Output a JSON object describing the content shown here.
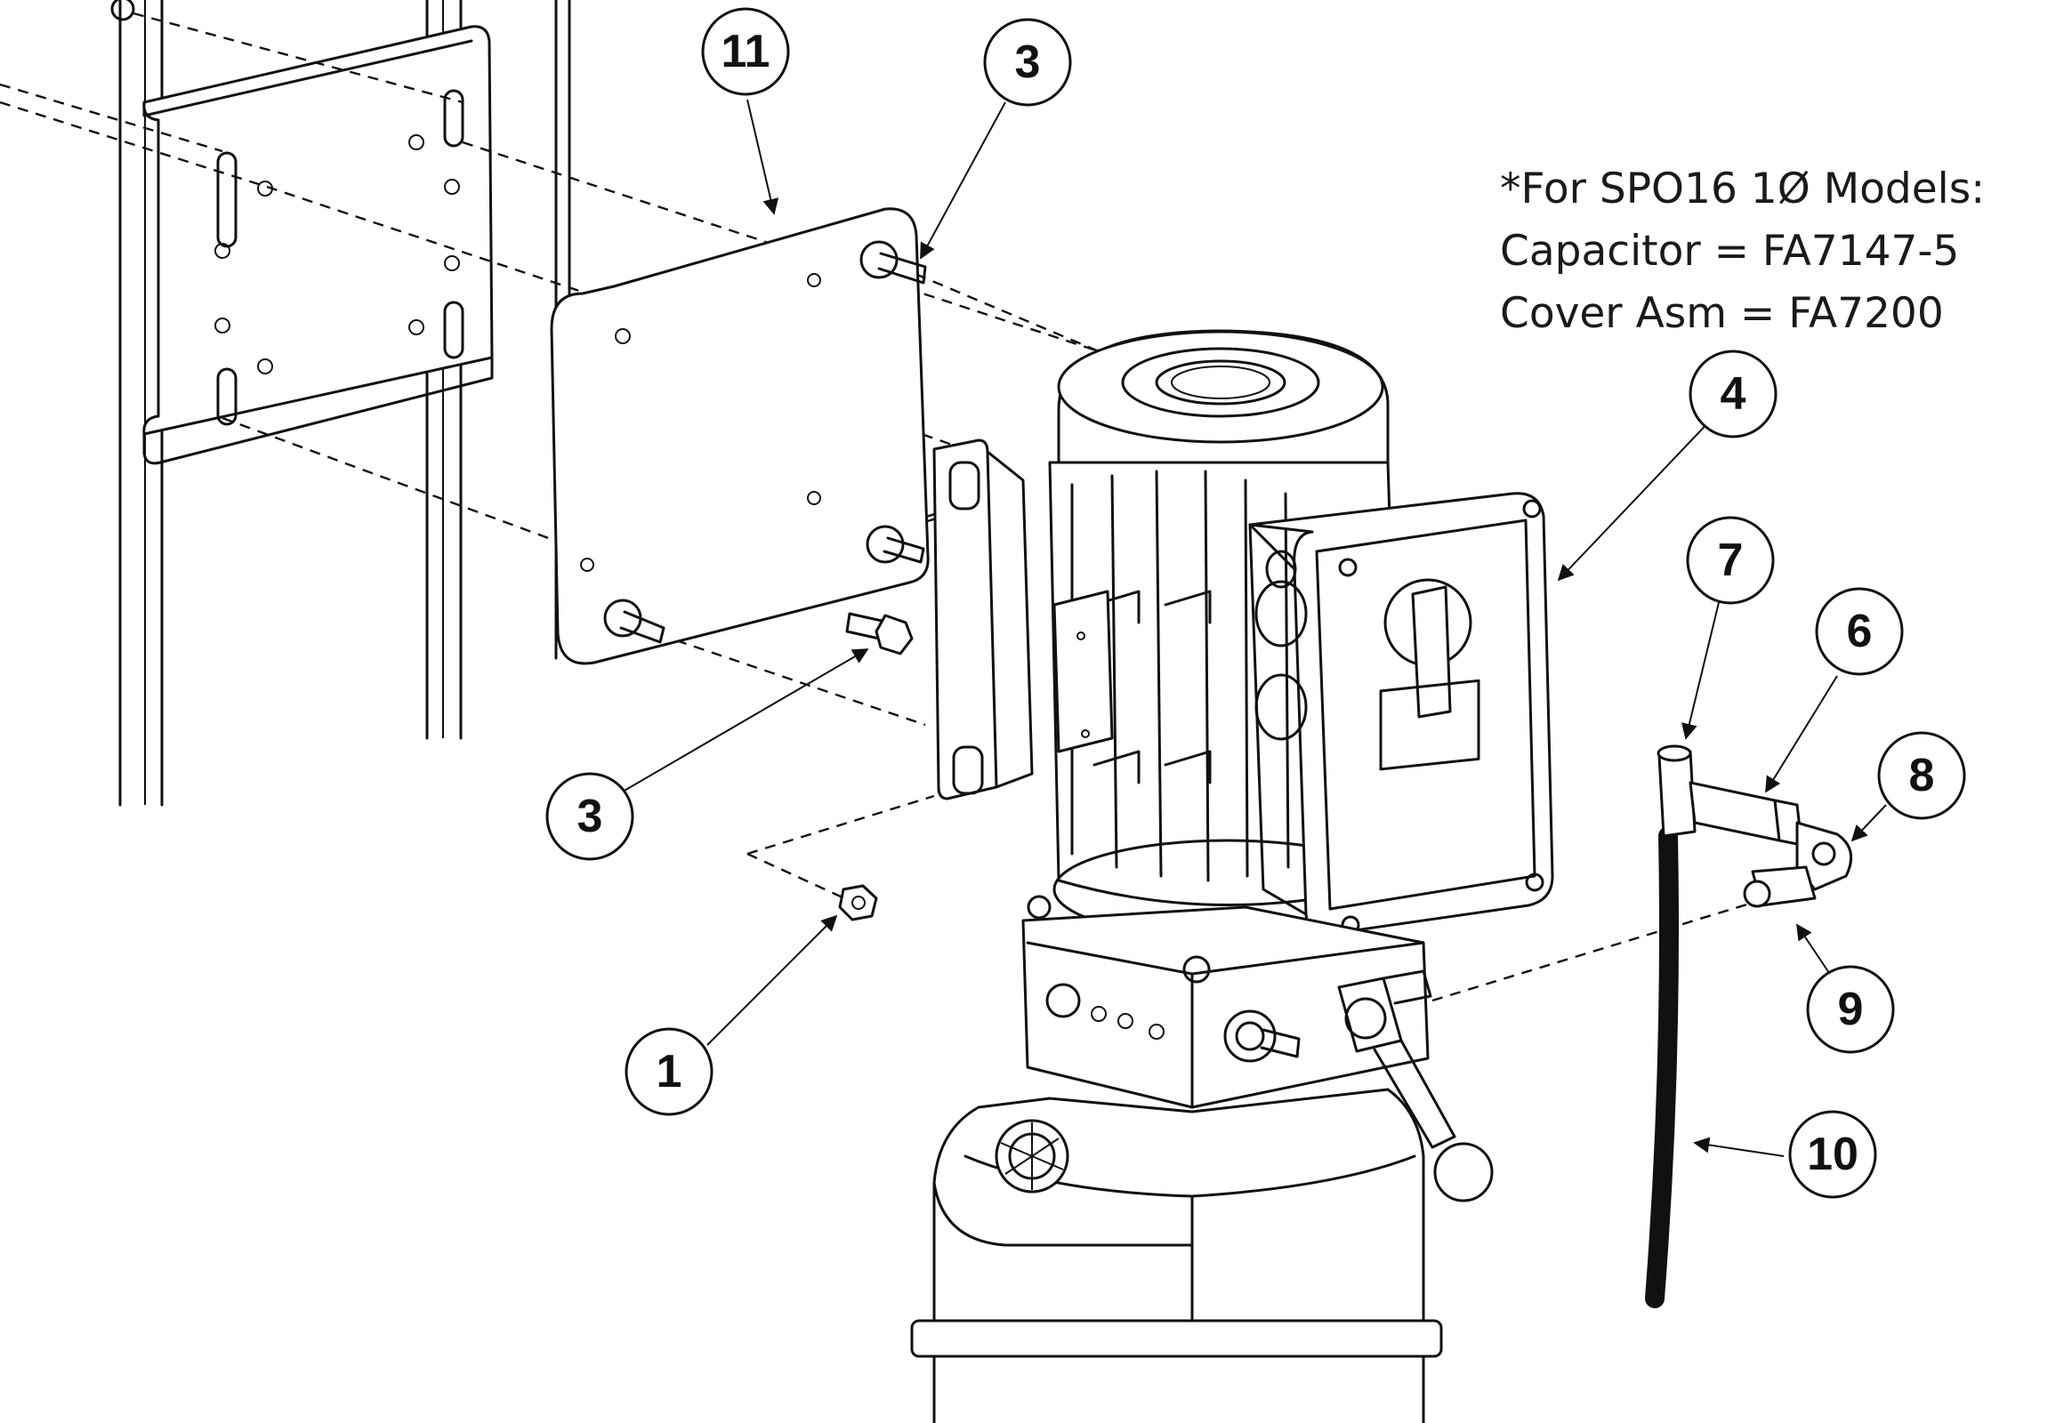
{
  "note": {
    "line1": "*For SPO16 1Ø Models:",
    "line2": "Capacitor = FA7147-5",
    "line3": "Cover Asm = FA7200"
  },
  "callouts": [
    {
      "id": "callout-11",
      "label": "11"
    },
    {
      "id": "callout-3-top",
      "label": "3"
    },
    {
      "id": "callout-4",
      "label": "4"
    },
    {
      "id": "callout-7",
      "label": "7"
    },
    {
      "id": "callout-6",
      "label": "6"
    },
    {
      "id": "callout-8",
      "label": "8"
    },
    {
      "id": "callout-9",
      "label": "9"
    },
    {
      "id": "callout-10",
      "label": "10"
    },
    {
      "id": "callout-3-bottom",
      "label": "3"
    },
    {
      "id": "callout-1",
      "label": "1"
    }
  ],
  "colors": {
    "line": "#111111",
    "background": "#ffffff"
  }
}
